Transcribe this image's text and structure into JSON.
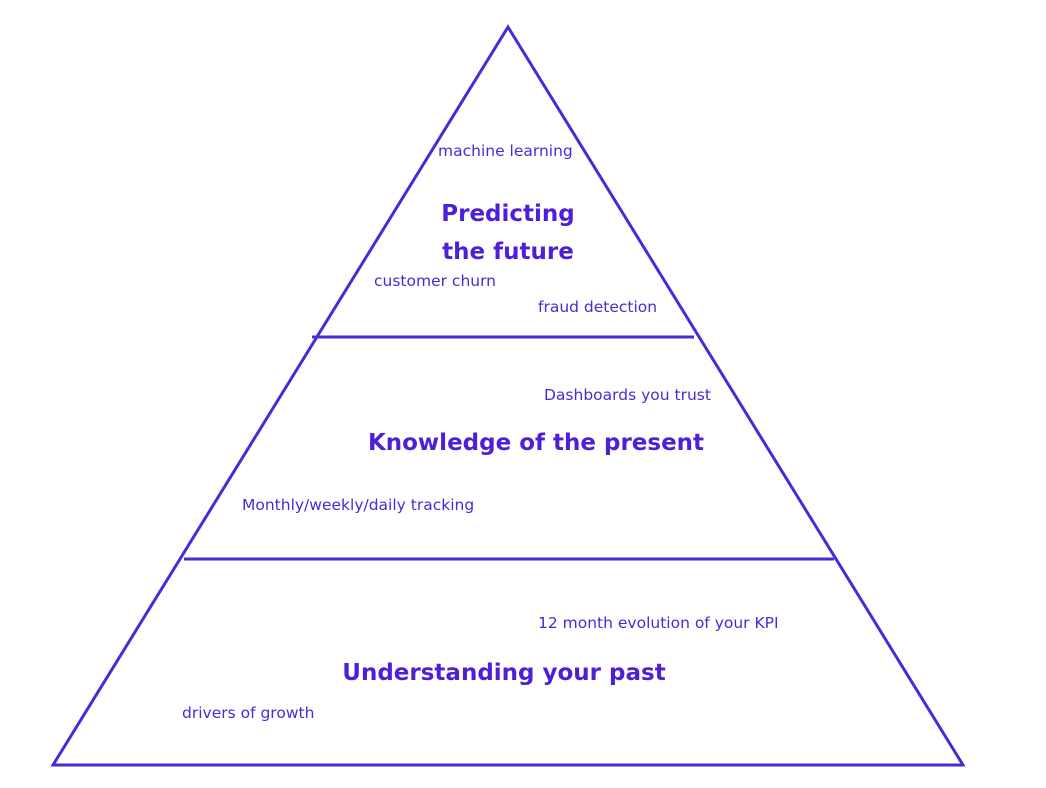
{
  "colors": {
    "outline": "#4a2ad6",
    "title": "#4f1fd8",
    "label": "#4a2ad6",
    "background": "#ffffff"
  },
  "tiers": [
    {
      "title_line1": "Predicting",
      "title_line2": "the future",
      "labels": [
        "machine learning",
        "customer churn",
        "fraud detection"
      ]
    },
    {
      "title": "Knowledge of the present",
      "labels": [
        "Dashboards you trust",
        "Monthly/weekly/daily tracking"
      ]
    },
    {
      "title": "Understanding your past",
      "labels": [
        "12 month evolution of your KPI",
        "drivers of growth"
      ]
    }
  ]
}
